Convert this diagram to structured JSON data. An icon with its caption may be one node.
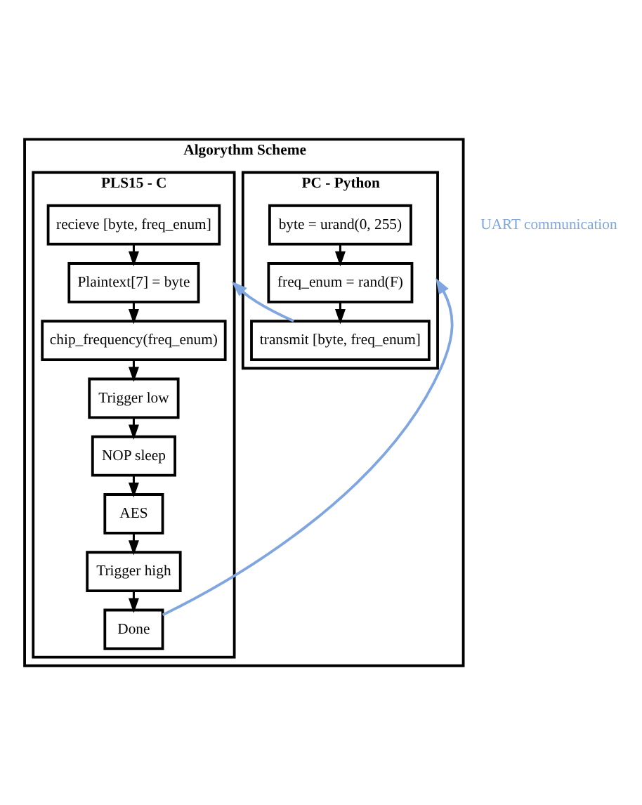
{
  "diagram": {
    "nodes": [
      {
        "text": [
          "Algorythm Scheme"
        ]
      },
      {
        "text": [
          "PC - Python"
        ],
        "in": 0
      },
      {
        "text": [
          "byte = urand(0, 255)"
        ],
        "in": 1
      },
      {
        "text": [
          "freq_enum = rand(F)"
        ],
        "in": 1
      },
      {
        "text": [
          "transmit [byte, freq_enum]"
        ],
        "in": 1
      },
      {
        "text": [
          "PLS15 - C"
        ],
        "in": 0
      },
      {
        "text": [
          "recieve [byte, freq_enum]"
        ],
        "in": 5
      },
      {
        "text": [
          "Plaintext[7] = byte"
        ],
        "in": 5
      },
      {
        "text": [
          "chip_frequency(freq_enum)"
        ],
        "in": 5
      },
      {
        "text": [
          "Trigger low"
        ],
        "in": 5
      },
      {
        "text": [
          "NOP sleep"
        ],
        "in": 5
      },
      {
        "text": [
          "AES"
        ],
        "in": 5
      },
      {
        "text": [
          "Trigger high"
        ],
        "in": 5
      },
      {
        "text": [
          "Done"
        ],
        "in": 5
      }
    ],
    "edges": [
      {
        "from": 2,
        "to": 3,
        "arrow": "to"
      },
      {
        "from": 3,
        "to": 4,
        "arrow": "to"
      },
      {
        "from": 4,
        "to": 5,
        "arrow": "to",
        "color": "#7fa6e0"
      },
      {
        "from": 6,
        "to": 7,
        "arrow": "to"
      },
      {
        "from": 7,
        "to": 8,
        "arrow": "to"
      },
      {
        "from": 8,
        "to": 9,
        "arrow": "to"
      },
      {
        "from": 9,
        "to": 10,
        "arrow": "to"
      },
      {
        "from": 10,
        "to": 11,
        "arrow": "to"
      },
      {
        "from": 11,
        "to": 12,
        "arrow": "to"
      },
      {
        "from": 12,
        "to": 13,
        "arrow": "to"
      },
      {
        "from": 13,
        "to": 1,
        "arrow": "to",
        "color": "#7fa6e0"
      }
    ],
    "labels": [
      "UART communication"
    ]
  }
}
